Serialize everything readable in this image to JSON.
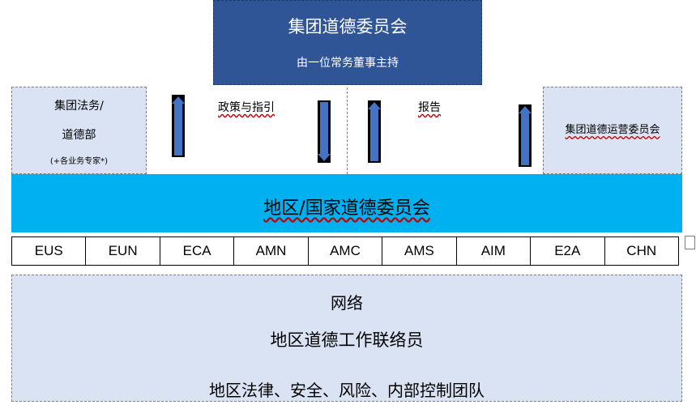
{
  "top": {
    "title": "集团道德委员会",
    "subtitle": "由一位常务董事主持"
  },
  "left_box": {
    "line1": "集团法务/",
    "line2": "道德部",
    "line3": "(+各业务专家*)"
  },
  "right_box": {
    "text": "集团道德运营委员会"
  },
  "labels": {
    "policy": "政策与指引",
    "report": "报告"
  },
  "arrows": [
    {
      "id": "arrow-1",
      "direction": "up"
    },
    {
      "id": "arrow-2",
      "direction": "down"
    },
    {
      "id": "arrow-3",
      "direction": "up"
    },
    {
      "id": "arrow-4",
      "direction": "up"
    }
  ],
  "region": {
    "title": "地区/国家道德委员会"
  },
  "region_codes": [
    "EUS",
    "EUN",
    "ECA",
    "AMN",
    "AMC",
    "AMS",
    "AIM",
    "E2A",
    "CHN"
  ],
  "network": {
    "title": "网络",
    "line2": "地区道德工作联络员",
    "line3": "地区法律、安全、风险、内部控制团队"
  },
  "colors": {
    "top_box": "#2f5597",
    "side_box": "#dae3f3",
    "region_band": "#00b0f0",
    "arrow": "#4472c4"
  }
}
